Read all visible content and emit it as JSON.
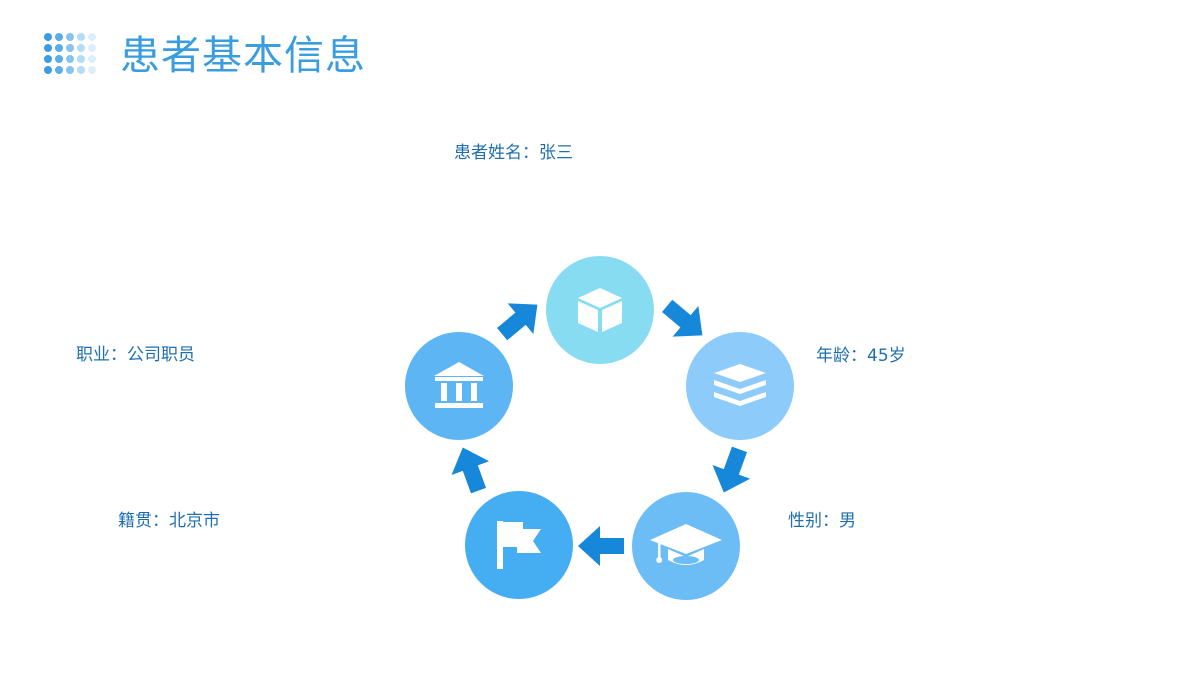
{
  "header": {
    "title": "患者基本信息",
    "decoration_icon": "dots-grid-icon"
  },
  "diagram": {
    "nodes": [
      {
        "id": "name",
        "label": "患者姓名：张三",
        "icon": "cube-icon",
        "color": "#88dcf2"
      },
      {
        "id": "age",
        "label": "年龄：45岁",
        "icon": "layers-icon",
        "color": "#8ccbfa"
      },
      {
        "id": "gender",
        "label": "性别：男",
        "icon": "graduation-cap-icon",
        "color": "#6cbcf5"
      },
      {
        "id": "origin",
        "label": "籍贯：北京市",
        "icon": "flag-icon",
        "color": "#45adf2"
      },
      {
        "id": "occupation",
        "label": "职业：公司职员",
        "icon": "bank-icon",
        "color": "#5db6f3"
      }
    ],
    "arrow_color": "#1787d9",
    "label_color": "#1f6fb0",
    "title_color": "#3a9de0"
  }
}
